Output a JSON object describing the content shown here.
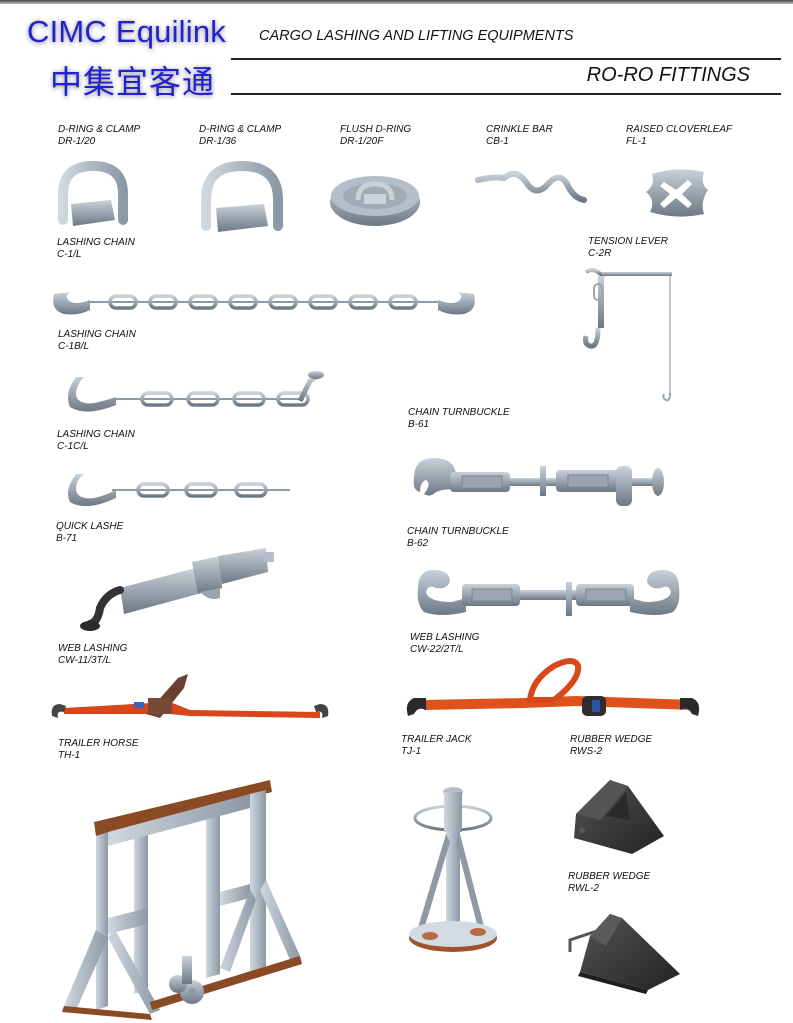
{
  "header": {
    "logo_en": "CIMC Equilink",
    "logo_cn": "中集宜客通",
    "title": "CARGO LASHING AND LIFTING EQUIPMENTS",
    "section": "RO-RO FITTINGS",
    "brand_color": "#2222cc"
  },
  "products": [
    {
      "name": "D-RING & CLAMP",
      "code": "DR-1/20"
    },
    {
      "name": "D-RING & CLAMP",
      "code": "DR-1/36"
    },
    {
      "name": "FLUSH D-RING",
      "code": "DR-1/20F"
    },
    {
      "name": "CRINKLE BAR",
      "code": "CB-1"
    },
    {
      "name": "RAISED CLOVERLEAF",
      "code": "FL-1"
    },
    {
      "name": "LASHING CHAIN",
      "code": "C-1/L"
    },
    {
      "name": "TENSION LEVER",
      "code": "C-2R"
    },
    {
      "name": "LASHING CHAIN",
      "code": "C-1B/L"
    },
    {
      "name": "LASHING CHAIN",
      "code": "C-1C/L"
    },
    {
      "name": "CHAIN TURNBUCKLE",
      "code": "B-61"
    },
    {
      "name": "QUICK LASHE",
      "code": "B-71"
    },
    {
      "name": "CHAIN TURNBUCKLE",
      "code": "B-62"
    },
    {
      "name": "WEB LASHING",
      "code": "CW-22/2T/L"
    },
    {
      "name": "WEB LASHING",
      "code": "CW-11/3T/L"
    },
    {
      "name": "TRAILER HORSE",
      "code": "TH-1"
    },
    {
      "name": "TRAILER JACK",
      "code": "TJ-1"
    },
    {
      "name": "RUBBER WEDGE",
      "code": "RWS-2"
    },
    {
      "name": "RUBBER WEDGE",
      "code": "RWL-2"
    }
  ],
  "colors": {
    "steel": "#9aa5b0",
    "steel_light": "#c3ccd5",
    "strap_orange": "#e0521c",
    "rubber": "#3a3a3a",
    "wood": "#8a4a24"
  }
}
